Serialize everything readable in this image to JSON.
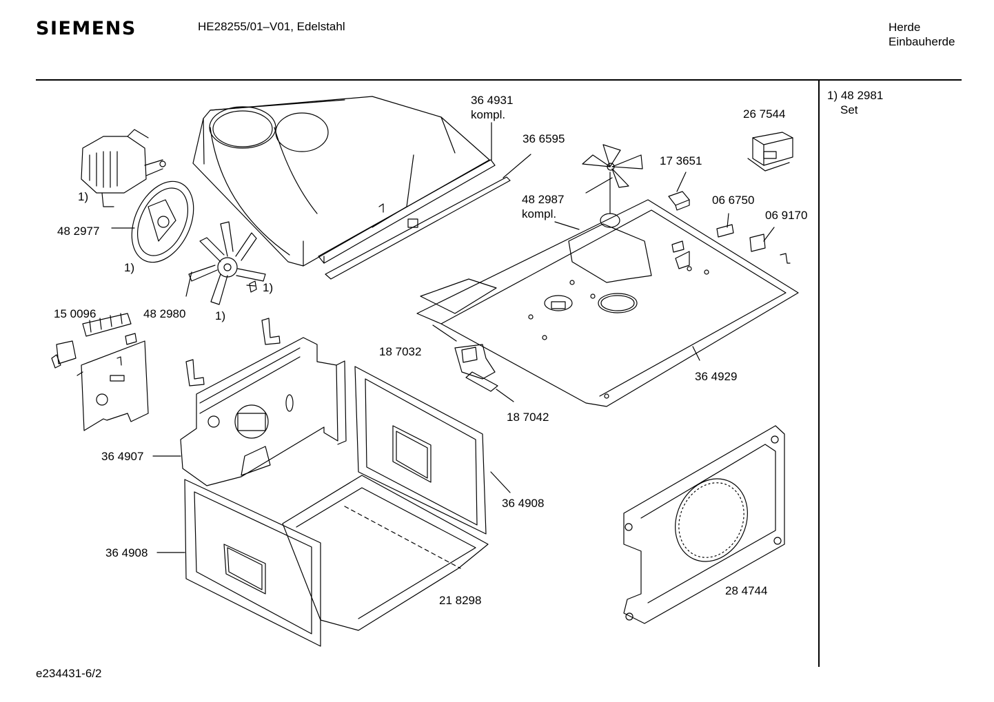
{
  "header": {
    "brand": "SIEMENS",
    "model": "HE28255/01–V01, Edelstahl",
    "category_line1": "Herde",
    "category_line2": "Einbauherde"
  },
  "footnote": {
    "line1": "1) 48 2981",
    "line2": "Set"
  },
  "footer": {
    "doc_id": "e234431-6/2"
  },
  "callouts": {
    "p364931": "36 4931",
    "kompl1": "kompl.",
    "p366595": "36 6595",
    "p267544": "26 7544",
    "p173651": "17 3651",
    "p482987": "48 2987",
    "kompl2": "kompl.",
    "p066750": "06 6750",
    "p069170": "06 9170",
    "fn_a": "1)",
    "p482977": "48 2977",
    "fn_b": "1)",
    "fn_c": "1)",
    "fn_d": "1)",
    "p150096": "15 0096",
    "p482980": "48 2980",
    "p187032": "18 7032",
    "p364929": "36 4929",
    "p187042": "18 7042",
    "p364907": "36 4907",
    "p364908a": "36 4908",
    "p364908b": "36 4908",
    "p218298": "21 8298",
    "p284744": "28 4744"
  }
}
